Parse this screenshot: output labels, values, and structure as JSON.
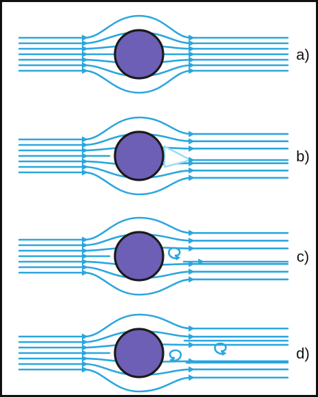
{
  "colors": {
    "streamline": "#2aa6de",
    "wake": "#9fdcf3",
    "cylinder_fill": "#6c5fb5",
    "cylinder_edge": "#1a1a1a",
    "frame": "#111111"
  },
  "panels": [
    {
      "id": "a",
      "label": "a)",
      "regime": "attached",
      "vortex_count": 0
    },
    {
      "id": "b",
      "label": "b)",
      "regime": "separated-wake",
      "vortex_count": 0
    },
    {
      "id": "c",
      "label": "c)",
      "regime": "attached-vortex",
      "vortex_count": 1
    },
    {
      "id": "d",
      "label": "d)",
      "regime": "shed-vortex",
      "vortex_count": 2
    }
  ]
}
